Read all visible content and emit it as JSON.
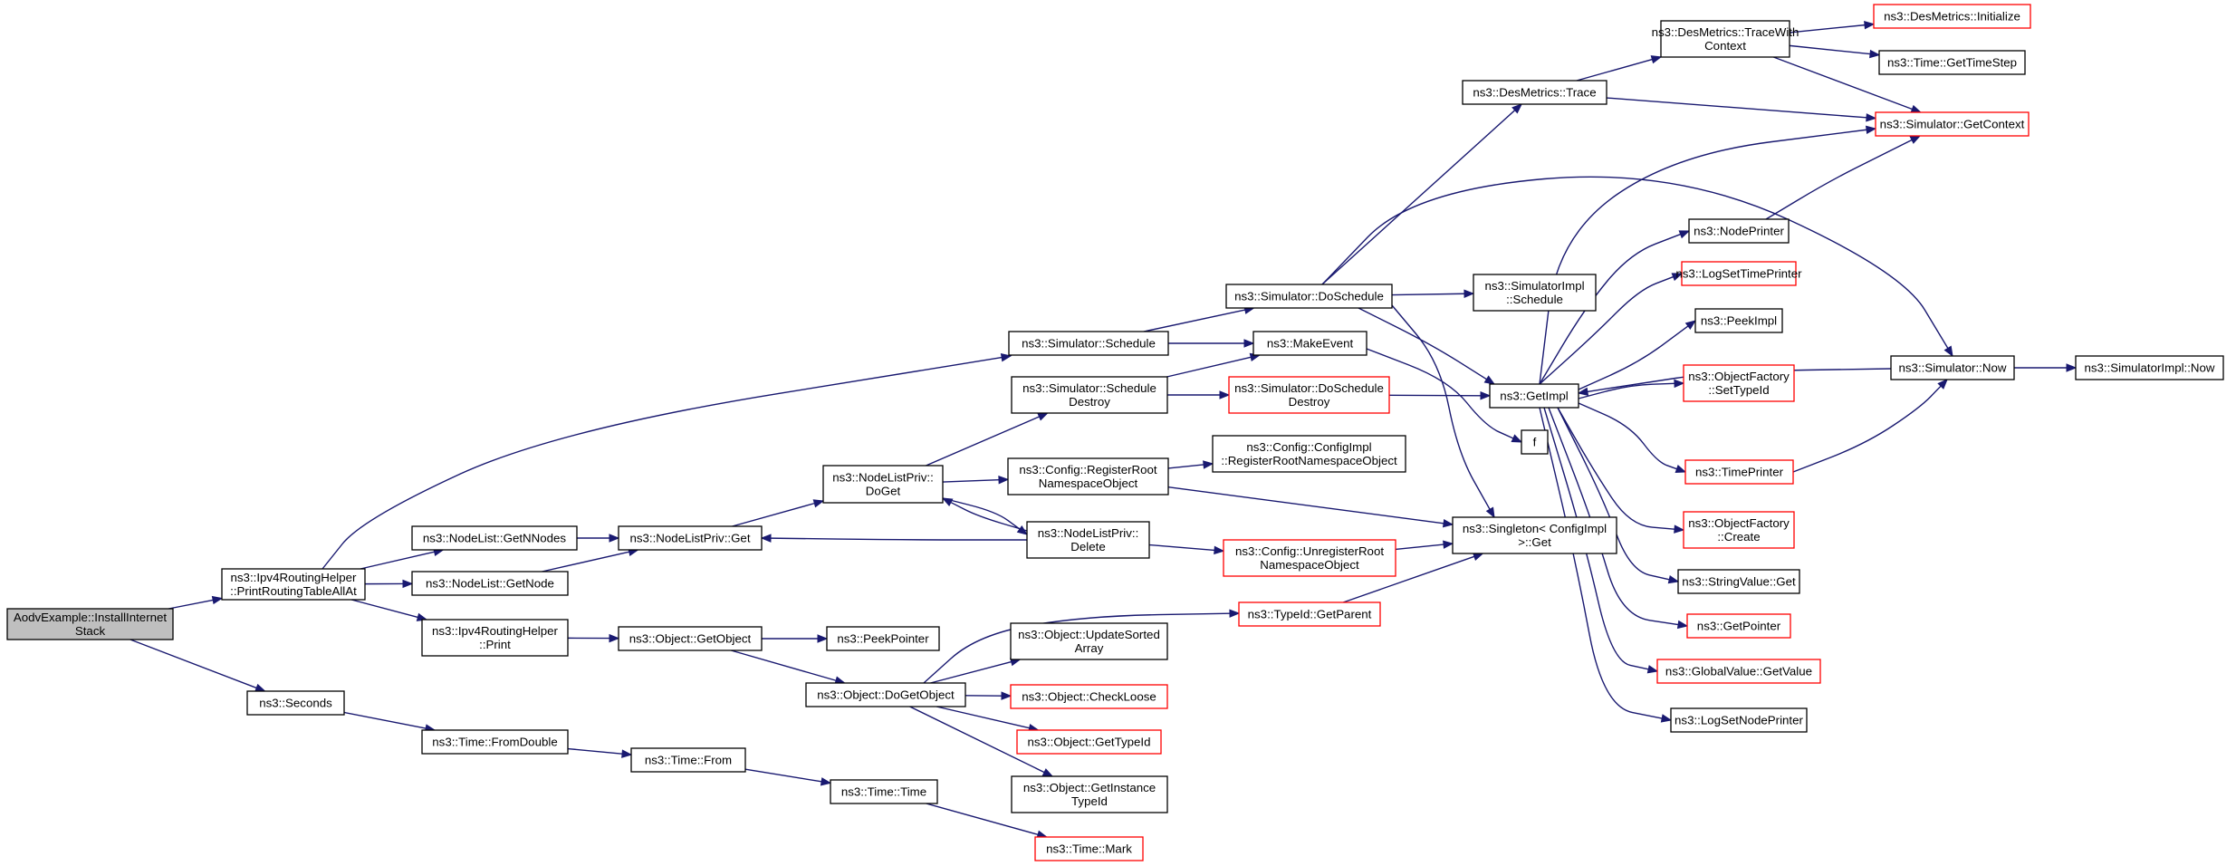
{
  "graph": {
    "nodes": [
      {
        "id": "root",
        "lines": [
          "AodvExample::InstallInternet",
          "Stack"
        ],
        "root": true
      },
      {
        "id": "ipv4rh_prta",
        "lines": [
          "ns3::Ipv4RoutingHelper",
          "::PrintRoutingTableAllAt"
        ]
      },
      {
        "id": "seconds",
        "lines": [
          "ns3::Seconds"
        ]
      },
      {
        "id": "sim_schedule",
        "lines": [
          "ns3::Simulator::Schedule"
        ]
      },
      {
        "id": "nl_getnnodes",
        "lines": [
          "ns3::NodeList::GetNNodes"
        ]
      },
      {
        "id": "nl_getnode",
        "lines": [
          "ns3::NodeList::GetNode"
        ]
      },
      {
        "id": "ipv4rh_print",
        "lines": [
          "ns3::Ipv4RoutingHelper",
          "::Print"
        ]
      },
      {
        "id": "time_fromdouble",
        "lines": [
          "ns3::Time::FromDouble"
        ]
      },
      {
        "id": "nlp_get",
        "lines": [
          "ns3::NodeListPriv::Get"
        ]
      },
      {
        "id": "obj_getobject",
        "lines": [
          "ns3::Object::GetObject"
        ]
      },
      {
        "id": "time_from",
        "lines": [
          "ns3::Time::From"
        ]
      },
      {
        "id": "nlp_doget",
        "lines": [
          "ns3::NodeListPriv::",
          "DoGet"
        ]
      },
      {
        "id": "peekpointer",
        "lines": [
          "ns3::PeekPointer"
        ]
      },
      {
        "id": "obj_dogetobject",
        "lines": [
          "ns3::Object::DoGetObject"
        ]
      },
      {
        "id": "time_time",
        "lines": [
          "ns3::Time::Time"
        ]
      },
      {
        "id": "sim_scheddestroy",
        "lines": [
          "ns3::Simulator::Schedule",
          "Destroy"
        ]
      },
      {
        "id": "cfg_regroot",
        "lines": [
          "ns3::Config::RegisterRoot",
          "NamespaceObject"
        ]
      },
      {
        "id": "nlp_delete",
        "lines": [
          "ns3::NodeListPriv::",
          "Delete"
        ]
      },
      {
        "id": "obj_updatesorted",
        "lines": [
          "ns3::Object::UpdateSorted",
          "Array"
        ]
      },
      {
        "id": "obj_checkloose",
        "lines": [
          "ns3::Object::CheckLoose"
        ],
        "red": true
      },
      {
        "id": "obj_gettypeid",
        "lines": [
          "ns3::Object::GetTypeId"
        ],
        "red": true
      },
      {
        "id": "obj_getinstancetypeid",
        "lines": [
          "ns3::Object::GetInstance",
          "TypeId"
        ]
      },
      {
        "id": "time_mark",
        "lines": [
          "ns3::Time::Mark"
        ],
        "red": true
      },
      {
        "id": "sim_doschedule",
        "lines": [
          "ns3::Simulator::DoSchedule"
        ]
      },
      {
        "id": "makeevent",
        "lines": [
          "ns3::MakeEvent"
        ]
      },
      {
        "id": "sim_doscheddestroy",
        "lines": [
          "ns3::Simulator::DoSchedule",
          "Destroy"
        ],
        "red": true
      },
      {
        "id": "cfgimpl_regroot",
        "lines": [
          "ns3::Config::ConfigImpl",
          "::RegisterRootNamespaceObject"
        ]
      },
      {
        "id": "cfg_unregroot",
        "lines": [
          "ns3::Config::UnregisterRoot",
          "NamespaceObject"
        ],
        "red": true
      },
      {
        "id": "typeid_getparent",
        "lines": [
          "ns3::TypeId::GetParent"
        ],
        "red": true
      },
      {
        "id": "desm_trace",
        "lines": [
          "ns3::DesMetrics::Trace"
        ]
      },
      {
        "id": "simimpl_schedule",
        "lines": [
          "ns3::SimulatorImpl",
          "::Schedule"
        ]
      },
      {
        "id": "getimpl",
        "lines": [
          "ns3::GetImpl"
        ]
      },
      {
        "id": "f",
        "lines": [
          "f"
        ]
      },
      {
        "id": "singleton_get",
        "lines": [
          "ns3::Singleton< ConfigImpl",
          ">::Get"
        ]
      },
      {
        "id": "desm_tracewithctx",
        "lines": [
          "ns3::DesMetrics::TraceWith",
          "Context"
        ]
      },
      {
        "id": "nodeprinter",
        "lines": [
          "ns3::NodePrinter"
        ]
      },
      {
        "id": "logsettimeprinter",
        "lines": [
          "ns3::LogSetTimePrinter"
        ],
        "red": true
      },
      {
        "id": "peekimpl",
        "lines": [
          "ns3::PeekImpl"
        ]
      },
      {
        "id": "objfactory_settypeid",
        "lines": [
          "ns3::ObjectFactory",
          "::SetTypeId"
        ],
        "red": true
      },
      {
        "id": "timeprinter",
        "lines": [
          "ns3::TimePrinter"
        ],
        "red": true
      },
      {
        "id": "objfactory_create",
        "lines": [
          "ns3::ObjectFactory",
          "::Create"
        ],
        "red": true
      },
      {
        "id": "stringvalue_get",
        "lines": [
          "ns3::StringValue::Get"
        ]
      },
      {
        "id": "getpointer",
        "lines": [
          "ns3::GetPointer"
        ],
        "red": true
      },
      {
        "id": "globalvalue_getvalue",
        "lines": [
          "ns3::GlobalValue::GetValue"
        ],
        "red": true
      },
      {
        "id": "logsetnodeprinter",
        "lines": [
          "ns3::LogSetNodePrinter"
        ]
      },
      {
        "id": "desm_initialize",
        "lines": [
          "ns3::DesMetrics::Initialize"
        ],
        "red": true
      },
      {
        "id": "time_gettimestep",
        "lines": [
          "ns3::Time::GetTimeStep"
        ]
      },
      {
        "id": "sim_getcontext",
        "lines": [
          "ns3::Simulator::GetContext"
        ],
        "red": true
      },
      {
        "id": "sim_now",
        "lines": [
          "ns3::Simulator::Now"
        ]
      },
      {
        "id": "simimpl_now",
        "lines": [
          "ns3::SimulatorImpl::Now"
        ]
      }
    ],
    "edges": [
      [
        "root",
        "ipv4rh_prta"
      ],
      [
        "root",
        "seconds"
      ],
      [
        "ipv4rh_prta",
        "sim_schedule"
      ],
      [
        "ipv4rh_prta",
        "nl_getnnodes"
      ],
      [
        "ipv4rh_prta",
        "nl_getnode"
      ],
      [
        "ipv4rh_prta",
        "ipv4rh_print"
      ],
      [
        "seconds",
        "time_fromdouble"
      ],
      [
        "time_fromdouble",
        "time_from"
      ],
      [
        "time_from",
        "time_time"
      ],
      [
        "time_time",
        "time_mark"
      ],
      [
        "nl_getnnodes",
        "nlp_get"
      ],
      [
        "nl_getnode",
        "nlp_get"
      ],
      [
        "nlp_get",
        "nlp_doget"
      ],
      [
        "nlp_doget",
        "sim_scheddestroy"
      ],
      [
        "nlp_doget",
        "cfg_regroot"
      ],
      [
        "nlp_doget",
        "nlp_delete"
      ],
      [
        "nlp_delete",
        "nlp_doget"
      ],
      [
        "nlp_delete",
        "nlp_get"
      ],
      [
        "nlp_delete",
        "cfg_unregroot"
      ],
      [
        "ipv4rh_print",
        "obj_getobject"
      ],
      [
        "obj_getobject",
        "peekpointer"
      ],
      [
        "obj_getobject",
        "obj_dogetobject"
      ],
      [
        "obj_dogetobject",
        "obj_updatesorted"
      ],
      [
        "obj_dogetobject",
        "obj_checkloose"
      ],
      [
        "obj_dogetobject",
        "obj_gettypeid"
      ],
      [
        "obj_dogetobject",
        "obj_getinstancetypeid"
      ],
      [
        "obj_dogetobject",
        "typeid_getparent"
      ],
      [
        "sim_schedule",
        "sim_doschedule"
      ],
      [
        "sim_schedule",
        "makeevent"
      ],
      [
        "sim_scheddestroy",
        "makeevent"
      ],
      [
        "sim_scheddestroy",
        "sim_doscheddestroy"
      ],
      [
        "cfg_regroot",
        "cfgimpl_regroot"
      ],
      [
        "cfg_regroot",
        "singleton_get"
      ],
      [
        "cfg_unregroot",
        "singleton_get"
      ],
      [
        "typeid_getparent",
        "singleton_get"
      ],
      [
        "sim_doschedule",
        "desm_trace"
      ],
      [
        "sim_doschedule",
        "simimpl_schedule"
      ],
      [
        "sim_doschedule",
        "getimpl"
      ],
      [
        "sim_doschedule",
        "sim_now"
      ],
      [
        "sim_doschedule",
        "singleton_get"
      ],
      [
        "makeevent",
        "f"
      ],
      [
        "sim_doscheddestroy",
        "getimpl"
      ],
      [
        "desm_trace",
        "desm_tracewithctx"
      ],
      [
        "desm_trace",
        "sim_getcontext"
      ],
      [
        "desm_tracewithctx",
        "desm_initialize"
      ],
      [
        "desm_tracewithctx",
        "time_gettimestep"
      ],
      [
        "desm_tracewithctx",
        "sim_getcontext"
      ],
      [
        "getimpl",
        "nodeprinter"
      ],
      [
        "getimpl",
        "logsettimeprinter"
      ],
      [
        "getimpl",
        "peekimpl"
      ],
      [
        "getimpl",
        "objfactory_settypeid"
      ],
      [
        "getimpl",
        "timeprinter"
      ],
      [
        "getimpl",
        "objfactory_create"
      ],
      [
        "getimpl",
        "stringvalue_get"
      ],
      [
        "getimpl",
        "getpointer"
      ],
      [
        "getimpl",
        "globalvalue_getvalue"
      ],
      [
        "getimpl",
        "logsetnodeprinter"
      ],
      [
        "getimpl",
        "sim_getcontext"
      ],
      [
        "nodeprinter",
        "sim_getcontext"
      ],
      [
        "timeprinter",
        "sim_now"
      ],
      [
        "sim_now",
        "getimpl"
      ],
      [
        "sim_now",
        "simimpl_now"
      ]
    ]
  }
}
